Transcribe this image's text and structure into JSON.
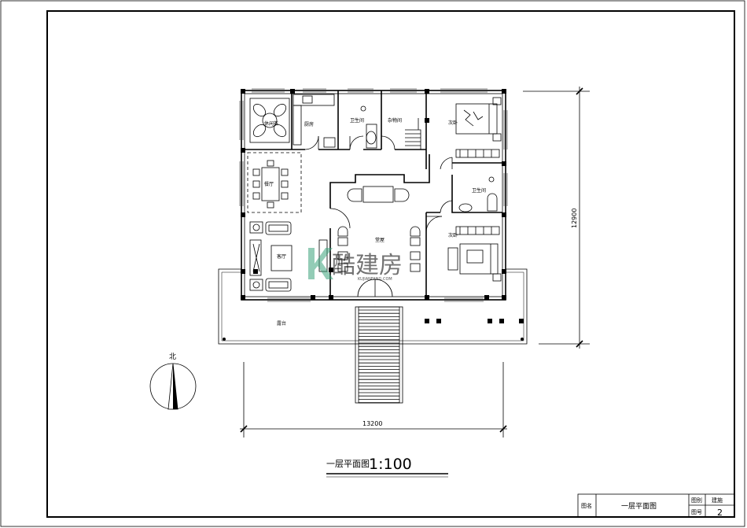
{
  "drawing": {
    "rooms": {
      "tea_room": "休闲茶",
      "kitchen": "厨房",
      "bathroom_top": "卫生间",
      "storage": "杂物间",
      "bedroom_top": "次卧",
      "dining": "餐厅",
      "bathroom_right": "卫生间",
      "hall": "堂屋",
      "bedroom_bottom": "次卧",
      "living": "客厅",
      "terrace": "露台"
    },
    "dim_width": "13200",
    "dim_height": "12900",
    "north_label": "北",
    "title": "一层平面图",
    "scale": "1:100"
  },
  "watermark": {
    "brand": "酷建房",
    "url": "KUJIANFANG.COM"
  },
  "title_block": {
    "name_label": "图名",
    "name_value": "一层平面图",
    "category_label": "图别",
    "category_value": "建施",
    "number_label": "图号",
    "number_value": "2"
  }
}
